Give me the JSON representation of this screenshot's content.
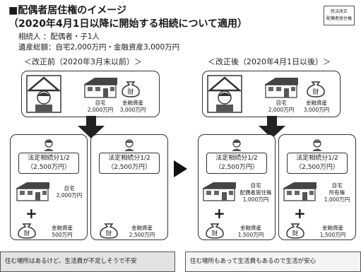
{
  "header": {
    "title": "■配偶者居住権のイメージ",
    "subtitle": "（2020年4月1日以降に開始する相続について適用）",
    "heirs": "相続人 ：配偶者・子1人",
    "estate": "遺産総額：自宅2,000万円・金融資産3,000万円",
    "stamp_line1": "民法改正",
    "stamp_line2": "配偶者居住権"
  },
  "before": {
    "title": "＜改正前（2020年3月末以前）＞",
    "home_label": "自宅",
    "home_value": "2,000万円",
    "assets_label": "金融資産",
    "assets_value": "3,000万円",
    "left": {
      "share": "法定相続分1/2",
      "amount": "（2,500万円）",
      "home_label": "自宅",
      "home_value": "2,000万円",
      "assets_label": "金融資産",
      "assets_value": "500万円"
    },
    "right": {
      "share": "法定相続分1/2",
      "amount": "（2,500万円）",
      "assets_label": "金融資産",
      "assets_value": "2,500万円"
    },
    "note": "住む場所はあるけど、生活費が不足しそうで不安"
  },
  "after": {
    "title": "＜改正後（2020年4月1日以後）＞",
    "home_label": "自宅",
    "home_value": "2,000万円",
    "assets_label": "金融資産",
    "assets_value": "3,000万円",
    "left": {
      "share": "法定相続分1/2",
      "amount": "（2,500万円）",
      "home_label1": "自宅",
      "home_label2": "配偶者居住権",
      "home_value": "1,000万円",
      "assets_label": "金融資産",
      "assets_value": "1,500万円"
    },
    "right": {
      "share": "法定相続分1/2",
      "amount": "（2,500万円）",
      "home_label1": "自宅",
      "home_label2": "所有権",
      "home_value": "1,000万円",
      "assets_label": "金融資産",
      "assets_value": "1,500万円"
    },
    "note": "住む場所もあって生活費もあるので生活が安心"
  },
  "icons": {
    "bag_glyph": "財"
  }
}
